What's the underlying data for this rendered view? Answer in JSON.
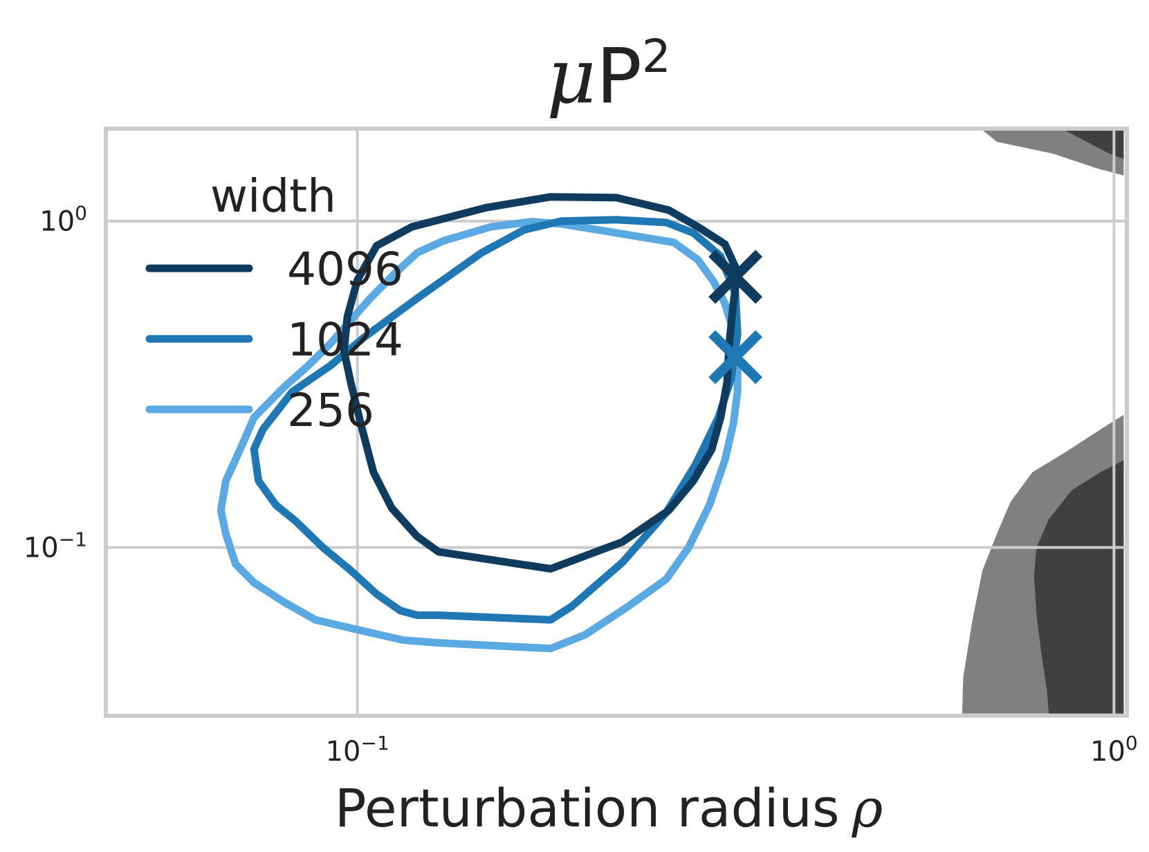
{
  "chart_data": {
    "type": "line",
    "title_mu": "μ",
    "title_main": "P",
    "title_sup": "2",
    "xlabel_text": "Perturbation radius",
    "xlabel_symbol": "ρ",
    "ylabel": "",
    "x_scale": "log",
    "y_scale": "log",
    "xlim": [
      0.0465,
      1.04
    ],
    "ylim": [
      0.0305,
      1.92
    ],
    "x_ticks": [
      {
        "value": 0.1,
        "base": "10",
        "exp": "−1"
      },
      {
        "value": 1.0,
        "base": "10",
        "exp": "0"
      }
    ],
    "y_ticks": [
      {
        "value": 0.1,
        "base": "10",
        "exp": "−1"
      },
      {
        "value": 1.0,
        "base": "10",
        "exp": "0"
      }
    ],
    "grid": true,
    "legend": {
      "title": "width",
      "placement": "upper-left"
    },
    "colors": {
      "4096": "#0f3b5f",
      "1024": "#1f77b4",
      "256": "#5aa9e2",
      "shade_light": "#808080",
      "shade_dark": "#404040",
      "grid": "#cccccc",
      "frame": "#cccccc"
    },
    "series": [
      {
        "name": "4096",
        "color": "#0f3b5f",
        "optimum": {
          "x": 0.316,
          "y": 0.675
        },
        "contour": [
          [
            0.128,
            0.097
          ],
          [
            0.18,
            0.086
          ],
          [
            0.224,
            0.104
          ],
          [
            0.258,
            0.13
          ],
          [
            0.278,
            0.16
          ],
          [
            0.294,
            0.2
          ],
          [
            0.302,
            0.25
          ],
          [
            0.308,
            0.32
          ],
          [
            0.31,
            0.42
          ],
          [
            0.314,
            0.56
          ],
          [
            0.318,
            0.7
          ],
          [
            0.306,
            0.85
          ],
          [
            0.282,
            0.96
          ],
          [
            0.258,
            1.08
          ],
          [
            0.22,
            1.18
          ],
          [
            0.18,
            1.186
          ],
          [
            0.148,
            1.1
          ],
          [
            0.118,
            0.96
          ],
          [
            0.106,
            0.84
          ],
          [
            0.1,
            0.66
          ],
          [
            0.097,
            0.51
          ],
          [
            0.096,
            0.4
          ],
          [
            0.098,
            0.32
          ],
          [
            0.101,
            0.24
          ],
          [
            0.105,
            0.17
          ],
          [
            0.111,
            0.132
          ],
          [
            0.12,
            0.108
          ],
          [
            0.128,
            0.097
          ]
        ]
      },
      {
        "name": "1024",
        "color": "#1f77b4",
        "optimum": {
          "x": 0.316,
          "y": 0.383
        },
        "contour": [
          [
            0.128,
            0.062
          ],
          [
            0.18,
            0.06
          ],
          [
            0.192,
            0.066
          ],
          [
            0.224,
            0.09
          ],
          [
            0.256,
            0.128
          ],
          [
            0.28,
            0.18
          ],
          [
            0.3,
            0.25
          ],
          [
            0.312,
            0.33
          ],
          [
            0.318,
            0.45
          ],
          [
            0.316,
            0.6
          ],
          [
            0.302,
            0.78
          ],
          [
            0.278,
            0.92
          ],
          [
            0.256,
            0.99
          ],
          [
            0.22,
            1.01
          ],
          [
            0.186,
            1.0
          ],
          [
            0.166,
            0.94
          ],
          [
            0.146,
            0.8
          ],
          [
            0.12,
            0.58
          ],
          [
            0.102,
            0.44
          ],
          [
            0.092,
            0.36
          ],
          [
            0.082,
            0.3
          ],
          [
            0.075,
            0.23
          ],
          [
            0.073,
            0.2
          ],
          [
            0.074,
            0.16
          ],
          [
            0.078,
            0.135
          ],
          [
            0.083,
            0.12
          ],
          [
            0.09,
            0.1
          ],
          [
            0.098,
            0.085
          ],
          [
            0.106,
            0.072
          ],
          [
            0.114,
            0.064
          ],
          [
            0.12,
            0.062
          ],
          [
            0.128,
            0.062
          ]
        ]
      },
      {
        "name": "256",
        "color": "#5aa9e2",
        "optimum": null,
        "contour": [
          [
            0.128,
            0.051
          ],
          [
            0.18,
            0.049
          ],
          [
            0.2,
            0.054
          ],
          [
            0.228,
            0.066
          ],
          [
            0.256,
            0.08
          ],
          [
            0.274,
            0.1
          ],
          [
            0.292,
            0.135
          ],
          [
            0.306,
            0.185
          ],
          [
            0.314,
            0.24
          ],
          [
            0.318,
            0.3
          ],
          [
            0.318,
            0.36
          ],
          [
            0.314,
            0.46
          ],
          [
            0.306,
            0.56
          ],
          [
            0.296,
            0.65
          ],
          [
            0.282,
            0.76
          ],
          [
            0.262,
            0.86
          ],
          [
            0.22,
            0.92
          ],
          [
            0.186,
            0.98
          ],
          [
            0.17,
            0.996
          ],
          [
            0.15,
            0.96
          ],
          [
            0.13,
            0.87
          ],
          [
            0.12,
            0.8
          ],
          [
            0.112,
            0.69
          ],
          [
            0.104,
            0.58
          ],
          [
            0.092,
            0.42
          ],
          [
            0.086,
            0.36
          ],
          [
            0.08,
            0.31
          ],
          [
            0.073,
            0.25
          ],
          [
            0.07,
            0.2
          ],
          [
            0.067,
            0.16
          ],
          [
            0.066,
            0.13
          ],
          [
            0.067,
            0.11
          ],
          [
            0.069,
            0.089
          ],
          [
            0.073,
            0.078
          ],
          [
            0.08,
            0.068
          ],
          [
            0.088,
            0.06
          ],
          [
            0.1,
            0.056
          ],
          [
            0.115,
            0.052
          ],
          [
            0.128,
            0.051
          ]
        ]
      }
    ],
    "shaded_regions": [
      {
        "shade": "light",
        "polygon": [
          [
            0.67,
            1.9
          ],
          [
            0.97,
            1.9
          ],
          [
            1.03,
            1.9
          ],
          [
            1.03,
            1.38
          ],
          [
            0.95,
            1.45
          ],
          [
            0.83,
            1.61
          ],
          [
            0.7,
            1.75
          ],
          [
            0.67,
            1.9
          ]
        ]
      },
      {
        "shade": "dark",
        "polygon": [
          [
            0.86,
            1.9
          ],
          [
            1.03,
            1.9
          ],
          [
            1.03,
            1.55
          ],
          [
            0.98,
            1.62
          ],
          [
            0.92,
            1.75
          ],
          [
            0.86,
            1.9
          ]
        ]
      },
      {
        "shade": "light",
        "polygon": [
          [
            0.63,
            0.031
          ],
          [
            1.03,
            0.031
          ],
          [
            1.03,
            0.255
          ],
          [
            0.96,
            0.23
          ],
          [
            0.86,
            0.195
          ],
          [
            0.78,
            0.17
          ],
          [
            0.73,
            0.138
          ],
          [
            0.7,
            0.11
          ],
          [
            0.67,
            0.085
          ],
          [
            0.65,
            0.06
          ],
          [
            0.632,
            0.04
          ],
          [
            0.63,
            0.031
          ]
        ]
      },
      {
        "shade": "dark",
        "polygon": [
          [
            0.82,
            0.031
          ],
          [
            1.03,
            0.031
          ],
          [
            1.03,
            0.185
          ],
          [
            0.96,
            0.17
          ],
          [
            0.88,
            0.15
          ],
          [
            0.82,
            0.122
          ],
          [
            0.79,
            0.1
          ],
          [
            0.784,
            0.082
          ],
          [
            0.79,
            0.062
          ],
          [
            0.803,
            0.046
          ],
          [
            0.816,
            0.036
          ],
          [
            0.82,
            0.031
          ]
        ]
      }
    ]
  }
}
